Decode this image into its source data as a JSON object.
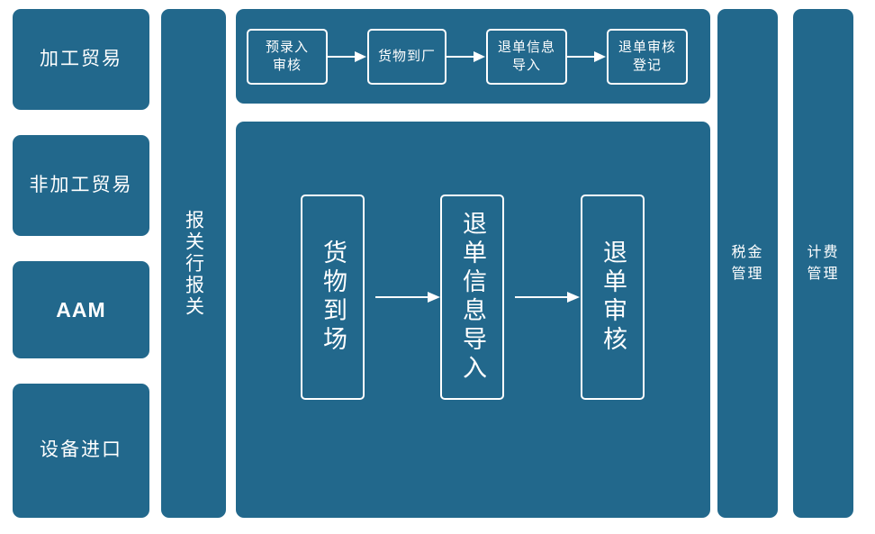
{
  "diagram": {
    "background_color": "#ffffff",
    "panel_color": "#22688c",
    "text_color": "#ffffff"
  },
  "modules": {
    "items": [
      {
        "label": "加工贸易",
        "kind": "cjk"
      },
      {
        "label": "非加工贸易",
        "kind": "cjk"
      },
      {
        "label": "AAM",
        "kind": "latin"
      },
      {
        "label": "设备进口",
        "kind": "cjk"
      }
    ]
  },
  "broker_column": {
    "label": "报关行报关"
  },
  "top_flow": {
    "steps": [
      {
        "label": "预录入\n审核"
      },
      {
        "label": "货物到厂"
      },
      {
        "label": "退单信息\n导入"
      },
      {
        "label": "退单审核\n登记"
      }
    ],
    "arrow_glyph": "→"
  },
  "main_flow": {
    "steps": [
      {
        "label": "货物到场"
      },
      {
        "label": "退单信息导入"
      },
      {
        "label": "退单审核"
      }
    ],
    "arrow_glyph": "→"
  },
  "right_columns": {
    "items": [
      {
        "label": "税金管理"
      },
      {
        "label": "计费管理"
      }
    ]
  }
}
